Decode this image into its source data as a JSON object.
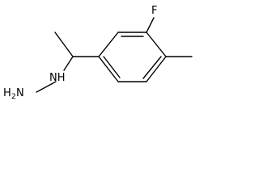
{
  "molecule": {
    "atoms": {
      "fluorine": "F",
      "hydrazine_nh": "NH",
      "hydrazine_nh2_symbol": "H",
      "hydrazine_nh2_subscript": "2",
      "hydrazine_nh2_n": "N"
    }
  }
}
